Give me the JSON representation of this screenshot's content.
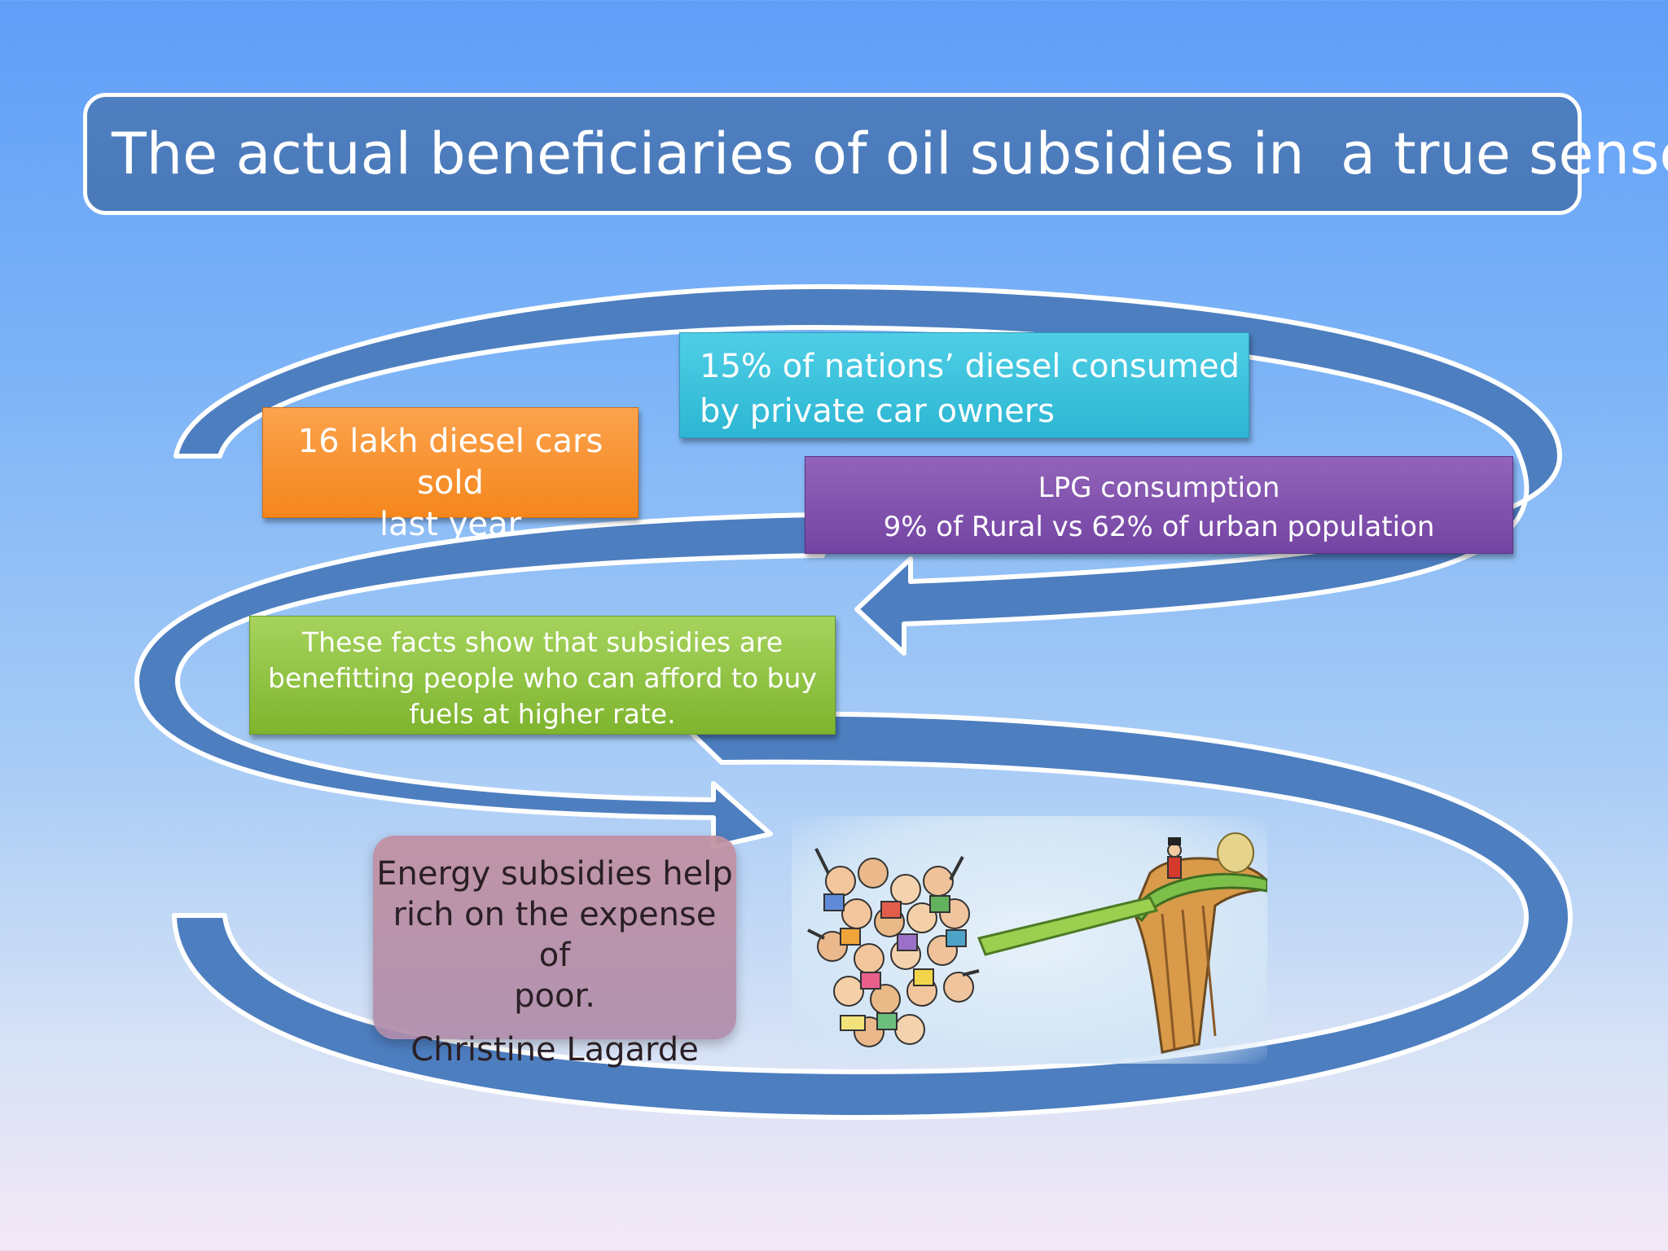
{
  "slide": {
    "title": "The actual beneficiaries of oil subsidies in  a true sense"
  },
  "boxes": {
    "diesel_cars": [
      "16 lakh diesel cars sold",
      "last year"
    ],
    "diesel_share": [
      "15% of nations’ diesel consumed",
      "by private car owners"
    ],
    "lpg": [
      "LPG consumption",
      "9% of Rural vs 62% of urban population"
    ],
    "conclusion": [
      "These facts show that subsidies are",
      "benefitting people who can afford to buy",
      "fuels at higher rate."
    ]
  },
  "quote": {
    "lines": [
      "Energy subsidies help",
      "rich on the expense of",
      "poor."
    ],
    "author": "Christine Lagarde"
  },
  "colors": {
    "arrow_fill": "#4d7ec0",
    "arrow_edge": "#ffffff",
    "orange": "#f5861c",
    "cyan": "#2cb6d3",
    "purple": "#7444a3",
    "green": "#7eb42e",
    "quote": "#b990a4"
  },
  "icons": {
    "cartoon": "crowd-falling-off-cliff-illustration"
  }
}
